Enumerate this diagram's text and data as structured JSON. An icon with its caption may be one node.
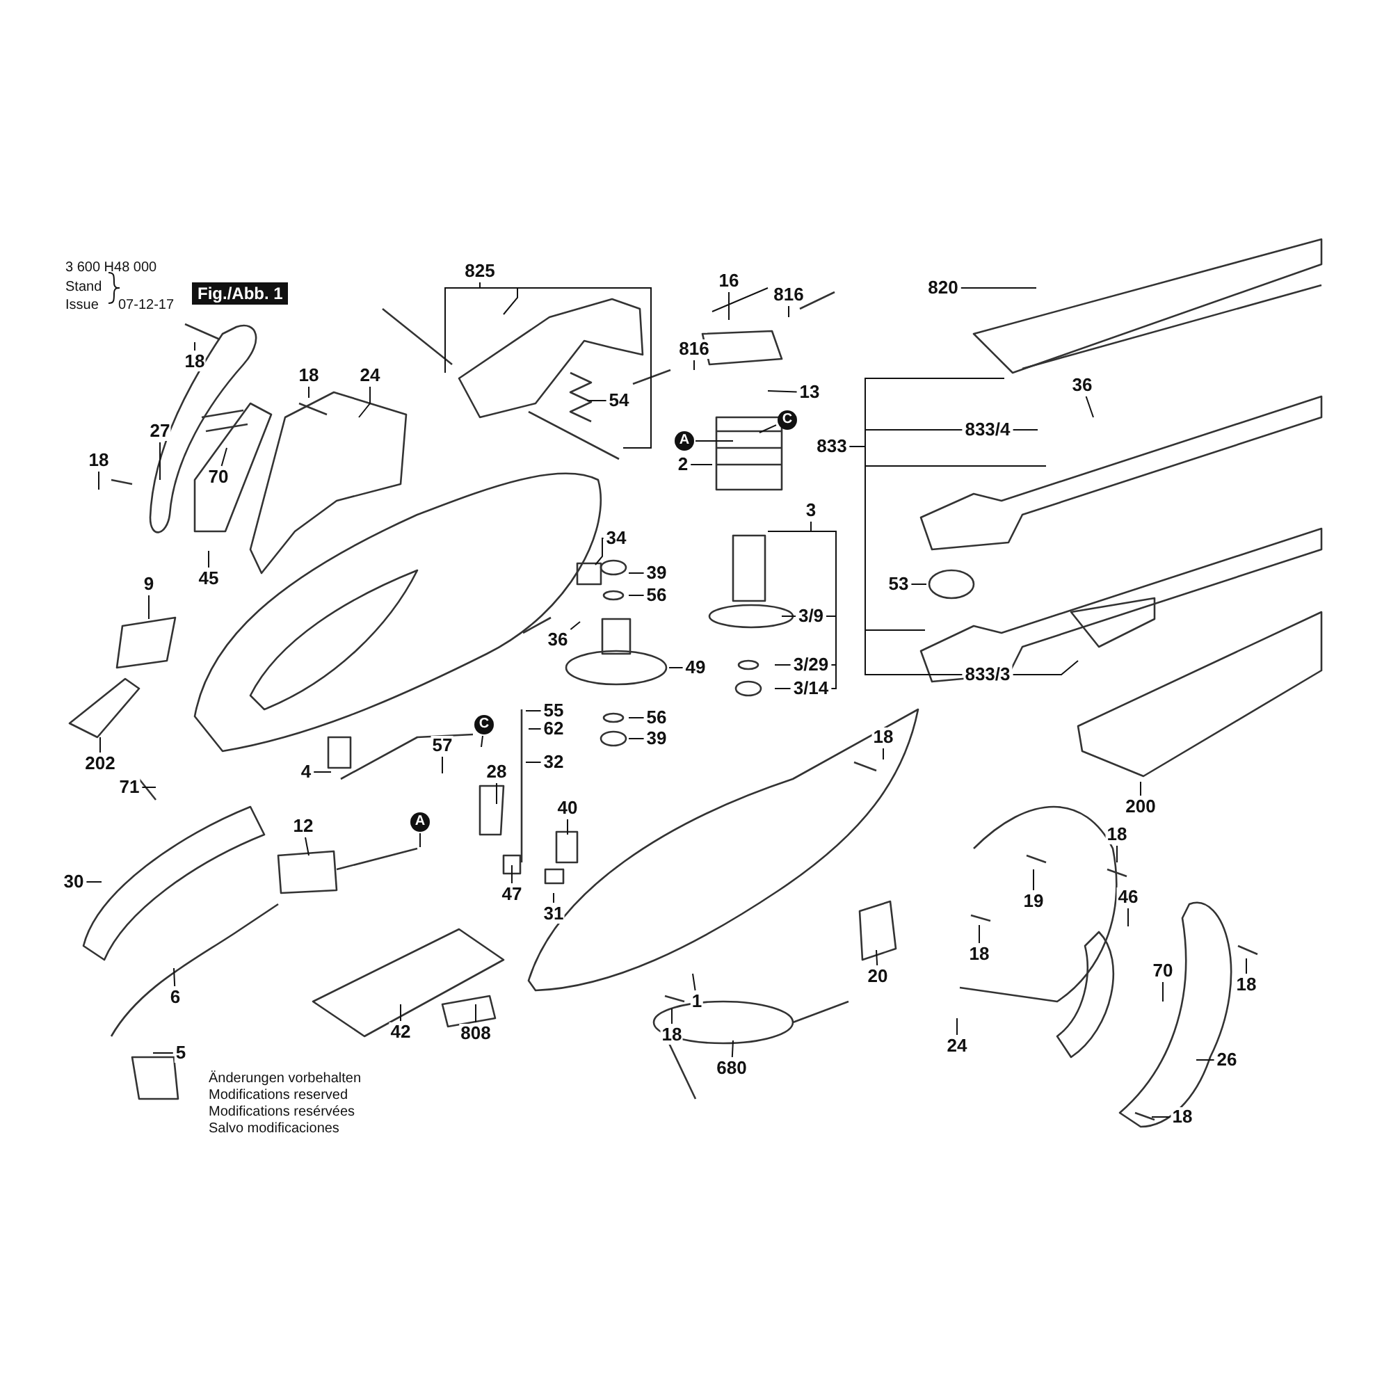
{
  "diagram": {
    "nodes": [
      {
        "text": [
          "825"
        ]
      },
      {
        "text": [
          "16"
        ]
      },
      {
        "text": [
          "816"
        ]
      },
      {
        "text": [
          "820"
        ]
      },
      {
        "text": [
          "18"
        ]
      },
      {
        "text": [
          "816"
        ]
      },
      {
        "text": [
          "18"
        ]
      },
      {
        "text": [
          "24"
        ]
      },
      {
        "text": [
          "36"
        ]
      },
      {
        "text": [
          "13"
        ]
      },
      {
        "text": [
          "54"
        ]
      },
      {
        "text": [
          "C"
        ]
      },
      {
        "text": [
          "27"
        ]
      },
      {
        "text": [
          "833/4"
        ]
      },
      {
        "text": [
          "A"
        ]
      },
      {
        "text": [
          "833"
        ]
      },
      {
        "text": [
          "18"
        ]
      },
      {
        "text": [
          "2"
        ]
      },
      {
        "text": [
          "70"
        ]
      },
      {
        "text": [
          "3"
        ]
      },
      {
        "text": [
          "34"
        ]
      },
      {
        "text": [
          "39"
        ]
      },
      {
        "text": [
          "45"
        ]
      },
      {
        "text": [
          "9"
        ]
      },
      {
        "text": [
          "53"
        ]
      },
      {
        "text": [
          "56"
        ]
      },
      {
        "text": [
          "3/9"
        ]
      },
      {
        "text": [
          "36"
        ]
      },
      {
        "text": [
          "49"
        ]
      },
      {
        "text": [
          "3/29"
        ]
      },
      {
        "text": [
          "833/3"
        ]
      },
      {
        "text": [
          "3/14"
        ]
      },
      {
        "text": [
          "55"
        ]
      },
      {
        "text": [
          "56"
        ]
      },
      {
        "text": [
          "C"
        ]
      },
      {
        "text": [
          "62"
        ]
      },
      {
        "text": [
          "18"
        ]
      },
      {
        "text": [
          "39"
        ]
      },
      {
        "text": [
          "57"
        ]
      },
      {
        "text": [
          "202"
        ]
      },
      {
        "text": [
          "32"
        ]
      },
      {
        "text": [
          "4"
        ]
      },
      {
        "text": [
          "28"
        ]
      },
      {
        "text": [
          "71"
        ]
      },
      {
        "text": [
          "200"
        ]
      },
      {
        "text": [
          "40"
        ]
      },
      {
        "text": [
          "A"
        ]
      },
      {
        "text": [
          "12"
        ]
      },
      {
        "text": [
          "18"
        ]
      },
      {
        "text": [
          "30"
        ]
      },
      {
        "text": [
          "47"
        ]
      },
      {
        "text": [
          "46"
        ]
      },
      {
        "text": [
          "19"
        ]
      },
      {
        "text": [
          "31"
        ]
      },
      {
        "text": [
          "18"
        ]
      },
      {
        "text": [
          "70"
        ]
      },
      {
        "text": [
          "20"
        ]
      },
      {
        "text": [
          "18"
        ]
      },
      {
        "text": [
          "6"
        ]
      },
      {
        "text": [
          "1"
        ]
      },
      {
        "text": [
          "42"
        ]
      },
      {
        "text": [
          "808"
        ]
      },
      {
        "text": [
          "18"
        ]
      },
      {
        "text": [
          "24"
        ]
      },
      {
        "text": [
          "5"
        ]
      },
      {
        "text": [
          "26"
        ]
      },
      {
        "text": [
          "680"
        ]
      },
      {
        "text": [
          "18"
        ]
      }
    ],
    "edges": [
      {
        "from": 0,
        "to": null,
        "arrow": "none"
      },
      {
        "from": 0,
        "to": null,
        "arrow": "none"
      },
      {
        "from": 0,
        "to": null,
        "arrow": "none"
      },
      {
        "from": 1,
        "to": null,
        "arrow": "none"
      },
      {
        "from": 2,
        "to": null,
        "arrow": "none"
      },
      {
        "from": 3,
        "to": null,
        "arrow": "none"
      },
      {
        "from": 4,
        "to": null,
        "arrow": "none"
      },
      {
        "from": 5,
        "to": null,
        "arrow": "none"
      },
      {
        "from": 6,
        "to": null,
        "arrow": "none"
      },
      {
        "from": 7,
        "to": null,
        "arrow": "none"
      },
      {
        "from": 8,
        "to": null,
        "arrow": "none"
      },
      {
        "from": 9,
        "to": null,
        "arrow": "none"
      },
      {
        "from": 10,
        "to": null,
        "arrow": "none"
      },
      {
        "from": 11,
        "to": null,
        "arrow": "none"
      },
      {
        "from": 12,
        "to": null,
        "arrow": "none"
      },
      {
        "from": 13,
        "to": null,
        "arrow": "none"
      },
      {
        "from": 14,
        "to": null,
        "arrow": "none"
      },
      {
        "from": 15,
        "to": null,
        "arrow": "none"
      },
      {
        "from": 15,
        "to": 13,
        "arrow": "none"
      },
      {
        "from": 15,
        "to": null,
        "arrow": "none"
      },
      {
        "from": 15,
        "to": null,
        "arrow": "none"
      },
      {
        "from": 15,
        "to": 30,
        "arrow": "none"
      },
      {
        "from": 16,
        "to": null,
        "arrow": "none"
      },
      {
        "from": 17,
        "to": null,
        "arrow": "none"
      },
      {
        "from": 18,
        "to": null,
        "arrow": "none"
      },
      {
        "from": 19,
        "to": null,
        "arrow": "none"
      },
      {
        "from": 19,
        "to": 26,
        "arrow": "none"
      },
      {
        "from": 19,
        "to": 29,
        "arrow": "none"
      },
      {
        "from": 19,
        "to": 31,
        "arrow": "none"
      },
      {
        "from": 20,
        "to": null,
        "arrow": "none"
      },
      {
        "from": 21,
        "to": null,
        "arrow": "none"
      },
      {
        "from": 22,
        "to": null,
        "arrow": "none"
      },
      {
        "from": 23,
        "to": null,
        "arrow": "none"
      },
      {
        "from": 24,
        "to": null,
        "arrow": "none"
      },
      {
        "from": 25,
        "to": null,
        "arrow": "none"
      },
      {
        "from": 26,
        "to": null,
        "arrow": "none"
      },
      {
        "from": 27,
        "to": null,
        "arrow": "none"
      },
      {
        "from": 28,
        "to": null,
        "arrow": "none"
      },
      {
        "from": 29,
        "to": null,
        "arrow": "none"
      },
      {
        "from": 30,
        "to": null,
        "arrow": "none"
      },
      {
        "from": 31,
        "to": null,
        "arrow": "none"
      },
      {
        "from": 32,
        "to": null,
        "arrow": "none"
      },
      {
        "from": 33,
        "to": null,
        "arrow": "none"
      },
      {
        "from": 34,
        "to": null,
        "arrow": "none"
      },
      {
        "from": 35,
        "to": null,
        "arrow": "none"
      },
      {
        "from": 36,
        "to": null,
        "arrow": "none"
      },
      {
        "from": 37,
        "to": null,
        "arrow": "none"
      },
      {
        "from": 38,
        "to": null,
        "arrow": "none"
      },
      {
        "from": 39,
        "to": null,
        "arrow": "none"
      },
      {
        "from": 40,
        "to": null,
        "arrow": "none"
      },
      {
        "from": 41,
        "to": null,
        "arrow": "none"
      },
      {
        "from": 42,
        "to": null,
        "arrow": "none"
      },
      {
        "from": 43,
        "to": null,
        "arrow": "none"
      },
      {
        "from": 44,
        "to": null,
        "arrow": "none"
      },
      {
        "from": 45,
        "to": null,
        "arrow": "none"
      },
      {
        "from": 46,
        "to": null,
        "arrow": "none"
      },
      {
        "from": 47,
        "to": null,
        "arrow": "none"
      },
      {
        "from": 48,
        "to": null,
        "arrow": "none"
      },
      {
        "from": 49,
        "to": null,
        "arrow": "none"
      },
      {
        "from": 50,
        "to": null,
        "arrow": "none"
      },
      {
        "from": 51,
        "to": null,
        "arrow": "none"
      },
      {
        "from": 52,
        "to": null,
        "arrow": "none"
      },
      {
        "from": 53,
        "to": null,
        "arrow": "none"
      },
      {
        "from": 54,
        "to": null,
        "arrow": "none"
      },
      {
        "from": 55,
        "to": null,
        "arrow": "none"
      },
      {
        "from": 56,
        "to": null,
        "arrow": "none"
      },
      {
        "from": 57,
        "to": null,
        "arrow": "none"
      },
      {
        "from": 58,
        "to": null,
        "arrow": "none"
      },
      {
        "from": 59,
        "to": null,
        "arrow": "none"
      },
      {
        "from": 60,
        "to": null,
        "arrow": "none"
      },
      {
        "from": 61,
        "to": null,
        "arrow": "none"
      },
      {
        "from": 62,
        "to": null,
        "arrow": "none"
      },
      {
        "from": 63,
        "to": null,
        "arrow": "none"
      },
      {
        "from": 64,
        "to": null,
        "arrow": "none"
      },
      {
        "from": 65,
        "to": null,
        "arrow": "none"
      },
      {
        "from": 66,
        "to": null,
        "arrow": "none"
      },
      {
        "from": 67,
        "to": null,
        "arrow": "none"
      }
    ],
    "labels": [
      "3 600 H48 000",
      "Stand",
      "Issue",
      "07-12-17",
      "Fig./Abb. 1",
      "Änderungen vorbehalten",
      "Modifications reserved",
      "Modifications resérvées",
      "Salvo modificaciones"
    ]
  }
}
